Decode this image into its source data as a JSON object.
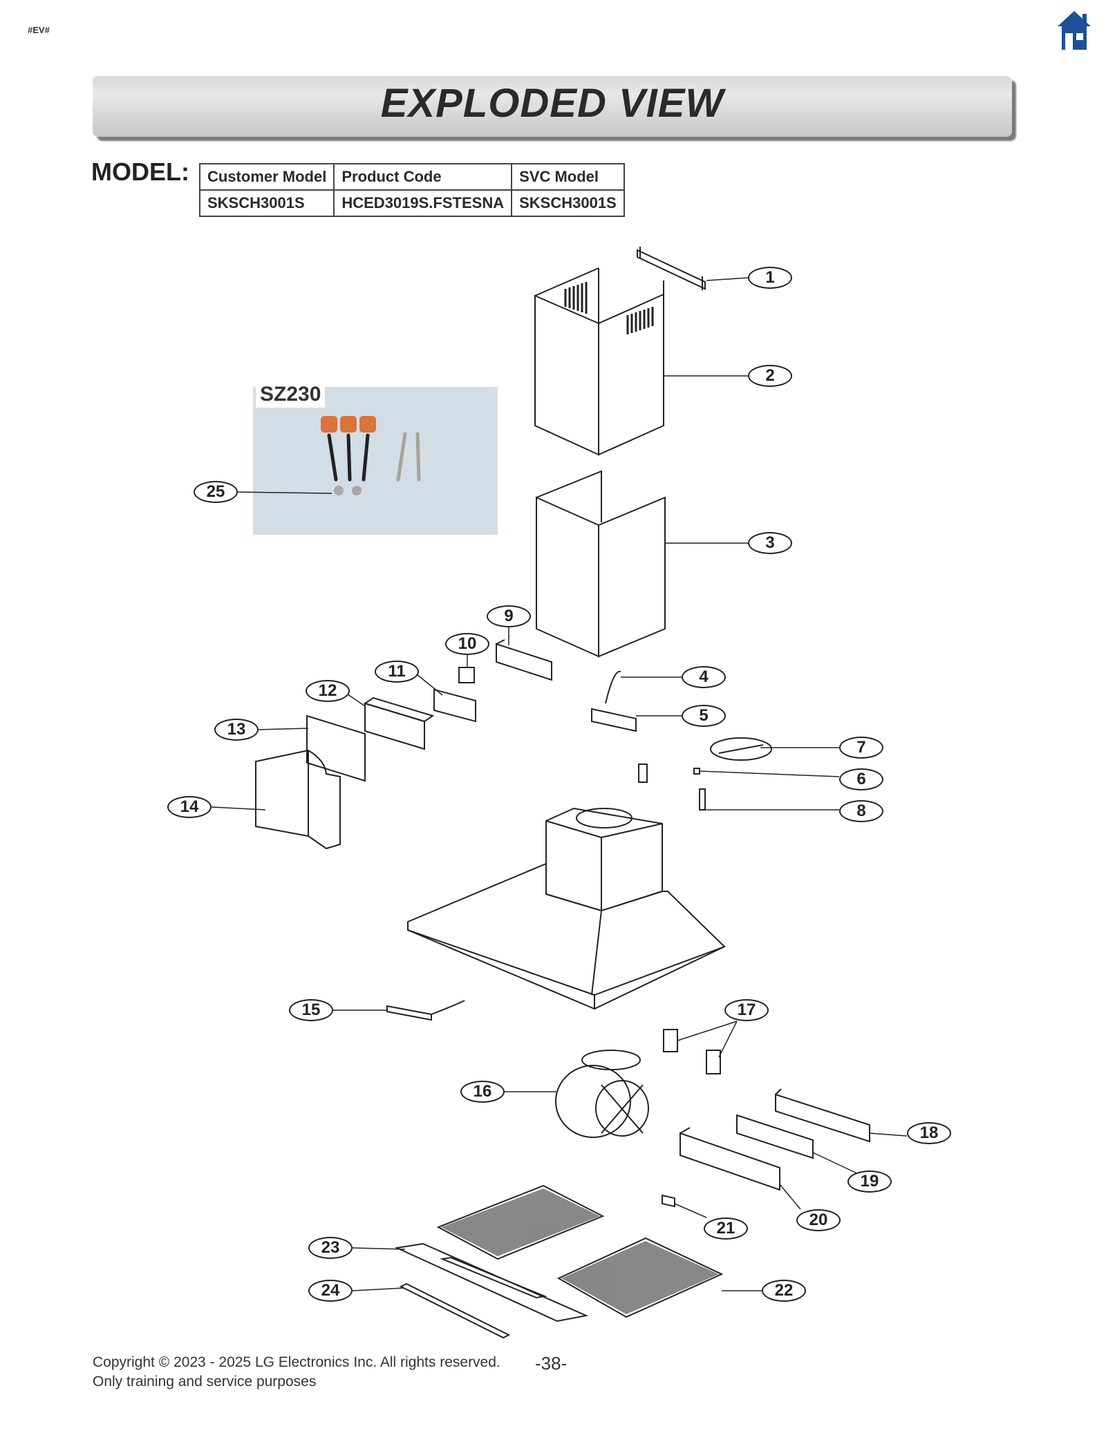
{
  "header": {
    "tag": "#EV#"
  },
  "banner": {
    "title": "EXPLODED VIEW"
  },
  "model": {
    "label": "MODEL:",
    "columns": [
      "Customer Model",
      "Product Code",
      "SVC Model"
    ],
    "values": [
      "SKSCH3001S",
      "HCED3019S.FSTESNA",
      "SKSCH3001S"
    ]
  },
  "kit": {
    "label": "SZ230"
  },
  "callouts": [
    "1",
    "2",
    "3",
    "4",
    "5",
    "6",
    "7",
    "8",
    "9",
    "10",
    "11",
    "12",
    "13",
    "14",
    "15",
    "16",
    "17",
    "18",
    "19",
    "20",
    "21",
    "22",
    "23",
    "24",
    "25"
  ],
  "footer": {
    "copyright": "Copyright © 2023 - 2025 LG Electronics Inc. All rights reserved.",
    "note": "Only training and service purposes",
    "page": "-38-"
  },
  "colors": {
    "home_icon": "#1f4f9a",
    "photo_bg": "#d3dde6",
    "knob": "#d9743a"
  }
}
